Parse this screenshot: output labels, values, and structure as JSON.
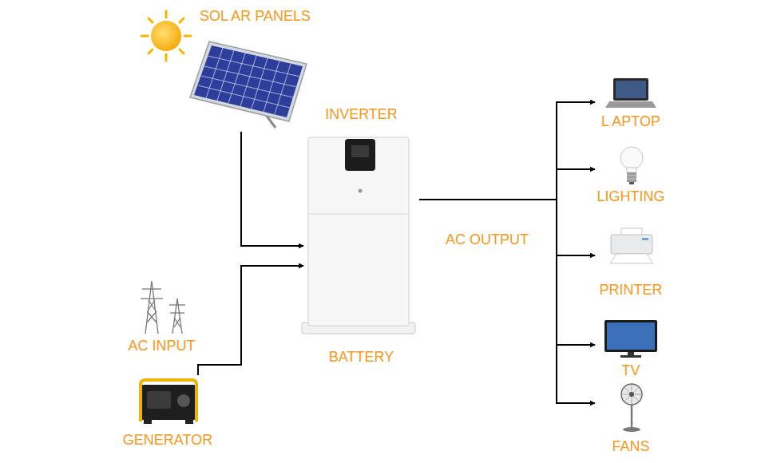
{
  "diagram": {
    "nodes": [
      {
        "text": [
          "SOL AR PANELS"
        ]
      },
      {
        "text": [
          "INVERTER",
          "BATTERY"
        ]
      },
      {
        "text": [
          "AC INPUT"
        ]
      },
      {
        "text": [
          "GENERATOR"
        ]
      },
      {
        "text": [
          "L APTOP"
        ]
      },
      {
        "text": [
          "LIGHTING"
        ]
      },
      {
        "text": [
          "PRINTER"
        ]
      },
      {
        "text": [
          "TV"
        ]
      },
      {
        "text": [
          "FANS"
        ]
      }
    ],
    "edges": [
      {
        "from": 0,
        "to": 1,
        "arrow": "to"
      },
      {
        "from": 2,
        "to": 1,
        "arrow": "to"
      },
      {
        "from": 3,
        "to": 1,
        "arrow": "to"
      },
      {
        "from": 1,
        "to": 4,
        "arrow": "to"
      },
      {
        "from": 1,
        "to": 5,
        "arrow": "to"
      },
      {
        "from": 1,
        "to": 6,
        "arrow": "to"
      },
      {
        "from": 1,
        "to": 7,
        "arrow": "to"
      },
      {
        "from": 1,
        "to": 8,
        "arrow": "to"
      }
    ],
    "labels": [
      "AC OUTPUT"
    ]
  }
}
